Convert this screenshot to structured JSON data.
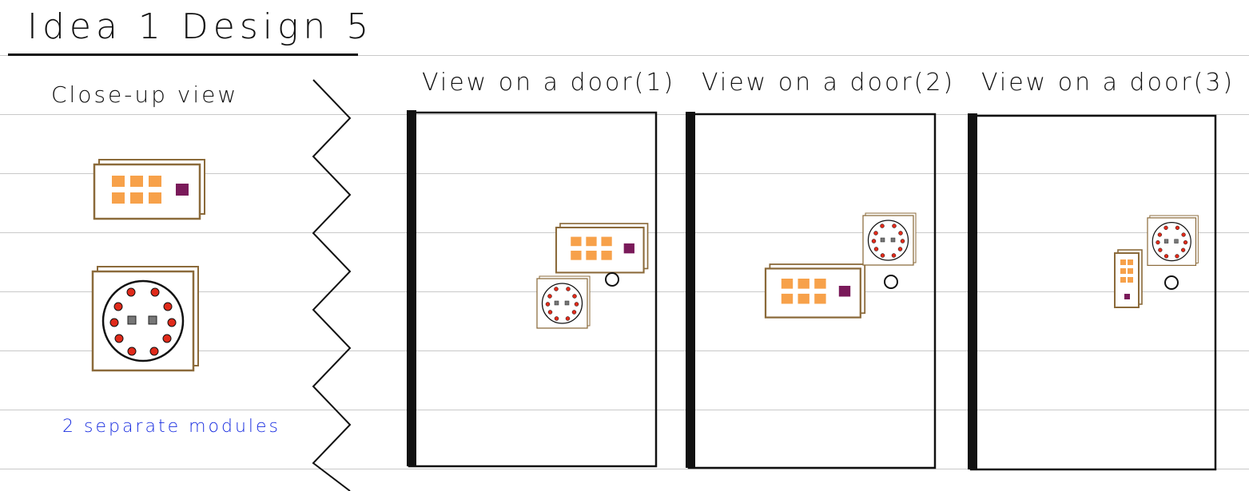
{
  "title": "Idea 1 Design 5",
  "closeup_label": "Close-up view",
  "note": "2 separate modules",
  "views": [
    {
      "label": "View on a door(1)"
    },
    {
      "label": "View on a door(2)"
    },
    {
      "label": "View on a door(3)"
    }
  ],
  "colors": {
    "line": "#c9c9c9",
    "ink": "#111111",
    "module_frame": "#8b6a3a",
    "key": "#f7a14a",
    "accent_square": "#7a1a5a",
    "dot": "#e02a1a",
    "note_ink": "#1a2ee0"
  }
}
